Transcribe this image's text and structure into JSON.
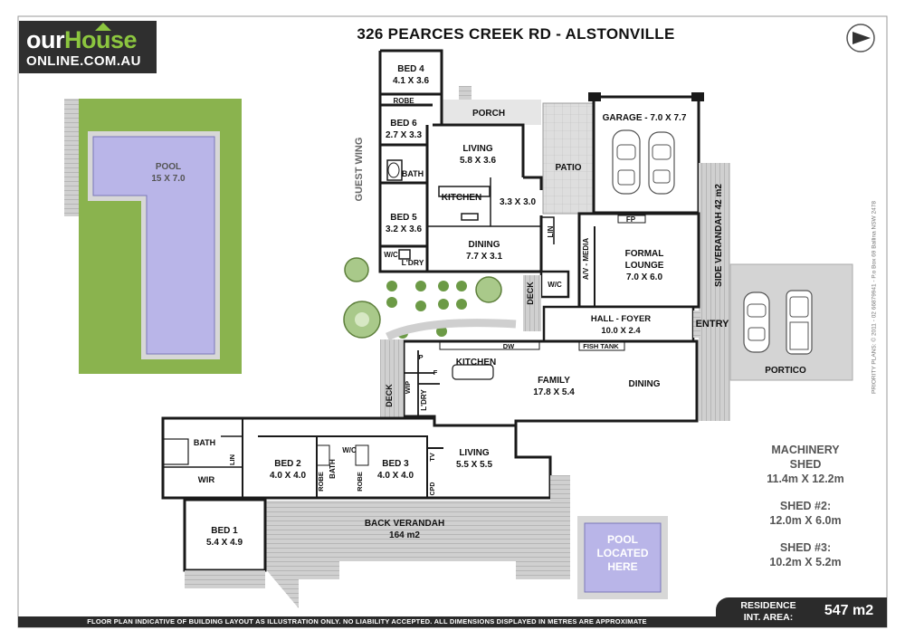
{
  "header": {
    "title": "326 PEARCES CREEK RD - ALSTONVILLE"
  },
  "logo": {
    "brand_a": "our",
    "brand_b": "House",
    "brand_domain": "ONLINE.COM.AU"
  },
  "rooms": {
    "bed4": {
      "name": "BED 4",
      "size": "4.1 X 3.6"
    },
    "robe_top": {
      "name": "ROBE"
    },
    "bed6": {
      "name": "BED 6",
      "size": "2.7 X 3.3"
    },
    "bath_guest": {
      "name": "BATH"
    },
    "bed5": {
      "name": "BED 5",
      "size": "3.2 X 3.6"
    },
    "wc_guest": {
      "name": "W/C"
    },
    "ldry_guest": {
      "name": "L'DRY"
    },
    "porch": {
      "name": "PORCH"
    },
    "living_guest": {
      "name": "LIVING",
      "size": "5.8 X 3.6"
    },
    "kitchen_guest": {
      "name": "KITCHEN"
    },
    "area_33": {
      "size": "3.3 X 3.0"
    },
    "dining_guest": {
      "name": "DINING",
      "size": "7.7 X 3.1"
    },
    "lin_guest": {
      "name": "LIN"
    },
    "patio": {
      "name": "PATIO"
    },
    "garage": {
      "name": "GARAGE - 7.0 X 7.7"
    },
    "side_verandah": {
      "name": "SIDE VERANDAH 42 m2"
    },
    "formal_lounge": {
      "name": "FORMAL",
      "name2": "LOUNGE",
      "size": "7.0 X 6.0"
    },
    "av_media": {
      "name": "A/V - MEDIA"
    },
    "fp": {
      "name": "FP"
    },
    "wc_main": {
      "name": "W/C"
    },
    "deck_top": {
      "name": "DECK"
    },
    "hall_foyer": {
      "name": "HALL - FOYER",
      "size": "10.0 X 2.4"
    },
    "entry": {
      "name": "ENTRY"
    },
    "portico": {
      "name": "PORTICO"
    },
    "fish_tank": {
      "name": "FISH TANK"
    },
    "kitchen_main": {
      "name": "KITCHEN"
    },
    "dw": {
      "name": "DW"
    },
    "family": {
      "name": "FAMILY",
      "size": "17.8 X 5.4"
    },
    "dining_main": {
      "name": "DINING"
    },
    "deck_mid": {
      "name": "DECK"
    },
    "wip": {
      "name": "WIP"
    },
    "ldry_main": {
      "name": "L'DRY"
    },
    "pantry_p": {
      "name": "P"
    },
    "pantry_f": {
      "name": "F"
    },
    "bath_master": {
      "name": "BATH"
    },
    "lin_master": {
      "name": "LIN"
    },
    "wir": {
      "name": "WIR"
    },
    "bed1": {
      "name": "BED 1",
      "size": "5.4 X 4.9"
    },
    "bed2": {
      "name": "BED 2",
      "size": "4.0 X 4.0"
    },
    "robe_b2": {
      "name": "ROBE"
    },
    "bath_kids": {
      "name": "BATH"
    },
    "wc_kids": {
      "name": "W/C"
    },
    "robe_b3": {
      "name": "ROBE"
    },
    "bed3": {
      "name": "BED 3",
      "size": "4.0 X 4.0"
    },
    "living_main": {
      "name": "LIVING",
      "size": "5.5 X 5.5"
    },
    "tv": {
      "name": "TV"
    },
    "cpd": {
      "name": "CPD"
    },
    "back_verandah": {
      "name": "BACK VERANDAH",
      "size": "164 m2"
    },
    "guest_wing": {
      "name": "GUEST WING"
    },
    "pool": {
      "name": "POOL",
      "size": "15 X 7.0"
    },
    "pool_note": {
      "line1": "POOL",
      "line2": "LOCATED",
      "line3": "HERE"
    }
  },
  "sheds": {
    "machinery": {
      "line1": "MACHINERY",
      "line2": "SHED",
      "line3": "11.4m X 12.2m"
    },
    "shed2": {
      "line1": "SHED #2:",
      "line2": "12.0m X 6.0m"
    },
    "shed3": {
      "line1": "SHED #3:",
      "line2": "10.2m X 5.2m"
    }
  },
  "credit": "PRIORITY PLANS: © 2011 - 02 66879941 - P.o Box 69 Ballina NSW 2478",
  "footer": {
    "disclaimer": "FLOOR PLAN INDICATIVE OF BUILDING LAYOUT AS ILLUSTRATION ONLY. NO LIABILITY ACCEPTED. ALL DIMENSIONS DISPLAYED IN METRES ARE APPROXIMATE",
    "area_label_1": "RESIDENCE",
    "area_label_2": "INT. AREA:",
    "area_value": "547 m2"
  },
  "colors": {
    "wall": "#1a1a1a",
    "lawn": "#8ab34e",
    "pool_water": "#b9b5e8",
    "pool_edge": "#d7d7d7",
    "paving": "#d4d4d4",
    "logo_green": "#8cc63f",
    "dark_bar": "#2b2b2b"
  },
  "icons": {
    "compass": "north-arrow-icon",
    "car": "car-icon",
    "tree": "tree-icon"
  }
}
